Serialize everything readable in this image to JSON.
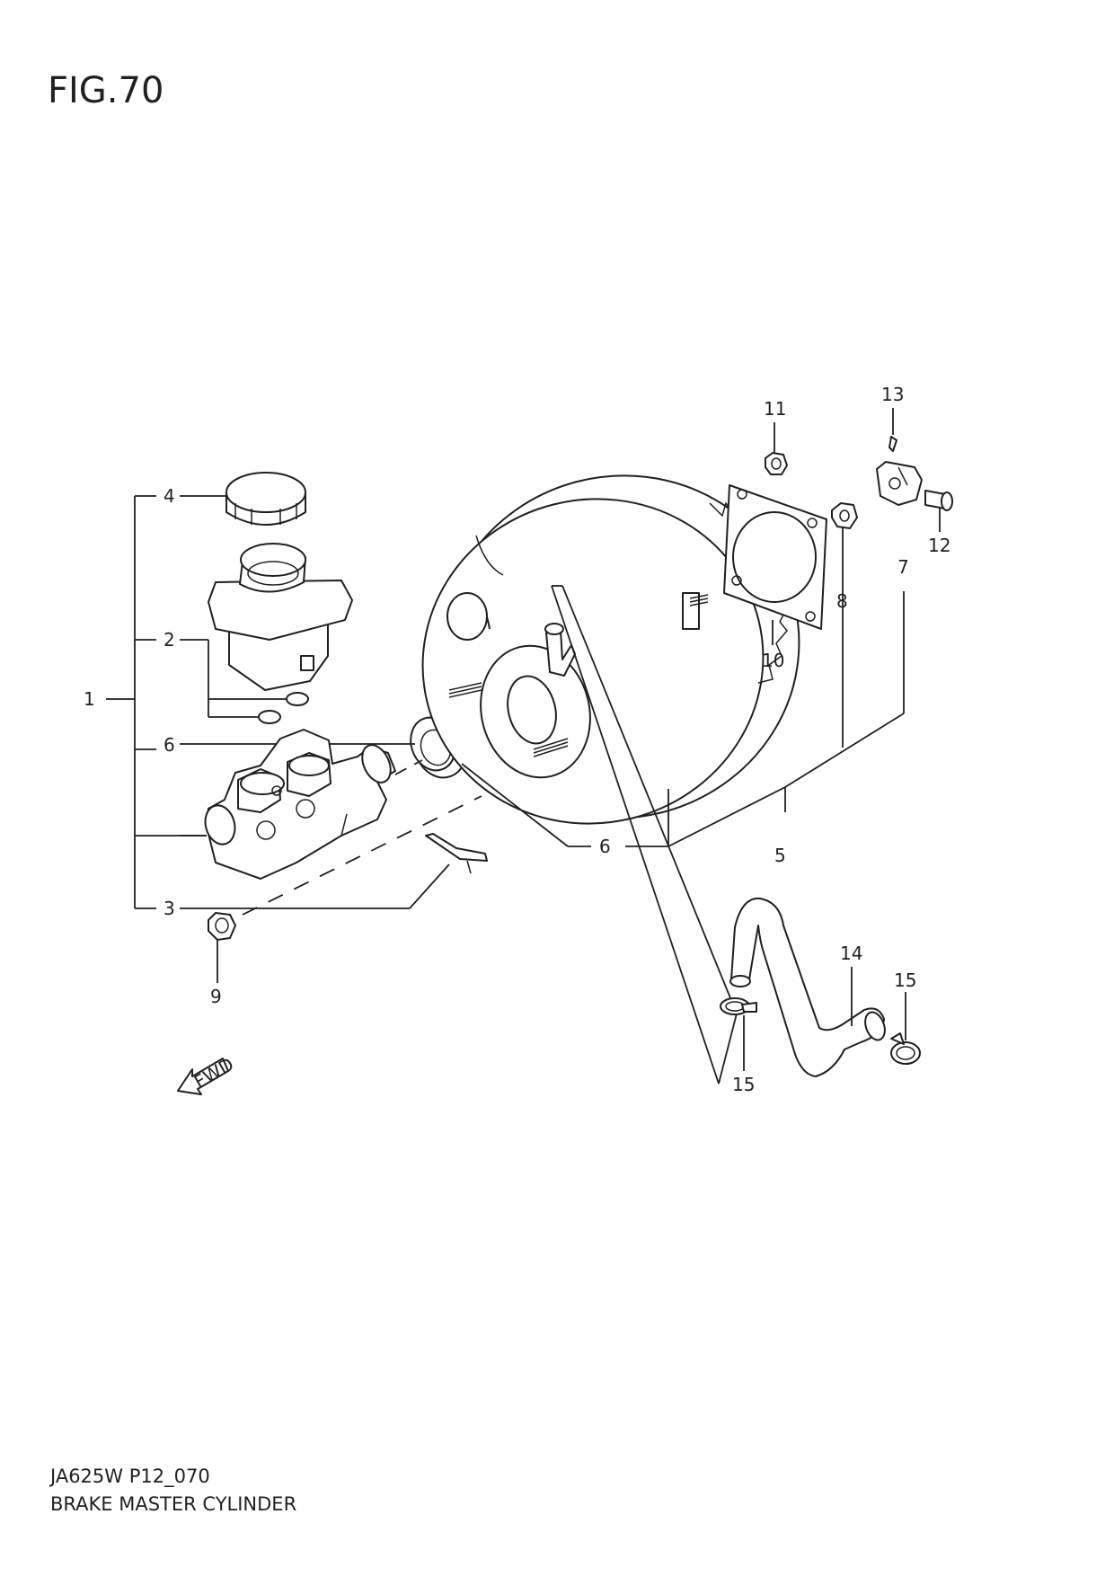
{
  "figure": {
    "title": "FIG.70"
  },
  "footer": {
    "model_code": "JA625W P12_070",
    "diagram_name": "BRAKE MASTER CYLINDER"
  },
  "direction_indicator": "FWD",
  "callouts": {
    "c1": "1",
    "c2": "2",
    "c3": "3",
    "c4": "4",
    "c5": "5",
    "c6a": "6",
    "c6b": "6",
    "c7": "7",
    "c8": "8",
    "c9": "9",
    "c10": "10",
    "c11": "11",
    "c12": "12",
    "c13": "13",
    "c14": "14",
    "c15a": "15",
    "c15b": "15"
  }
}
